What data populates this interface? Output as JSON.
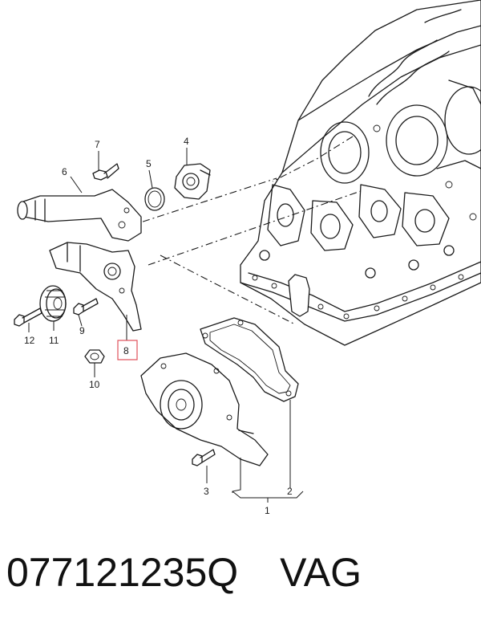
{
  "diagram": {
    "callouts": {
      "c1": "1",
      "c2": "2",
      "c3": "3",
      "c4": "4",
      "c5": "5",
      "c6": "6",
      "c7": "7",
      "c8": "8",
      "c9": "9",
      "c10": "10",
      "c11": "11",
      "c12": "12"
    },
    "highlighted_callout": "8",
    "highlight_color": "#e0505a"
  },
  "caption": {
    "part_number": "077121235Q",
    "brand": "VAG"
  }
}
